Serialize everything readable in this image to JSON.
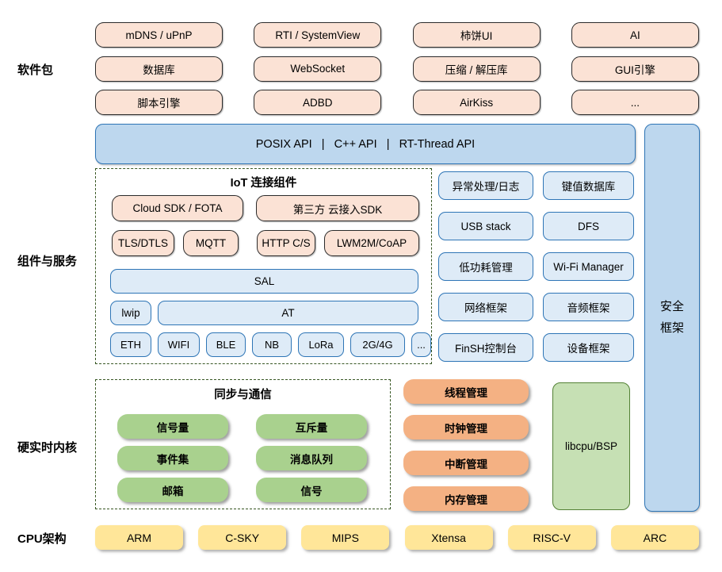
{
  "labels": {
    "software_packages": "软件包",
    "components_services": "组件与服务",
    "kernel": "硬实时内核",
    "cpu_arch": "CPU架构"
  },
  "packages": {
    "items": [
      "mDNS / uPnP",
      "RTI / SystemView",
      "柿饼UI",
      "AI",
      "数据库",
      "WebSocket",
      "压缩 / 解压库",
      "GUI引擎",
      "脚本引擎",
      "ADBD",
      "AirKiss",
      "..."
    ]
  },
  "api_bar": {
    "label": "POSIX API   |   C++ API   |   RT-Thread API"
  },
  "security": {
    "lines": [
      "安全",
      "框架"
    ]
  },
  "iot": {
    "title": "IoT 连接组件",
    "cloud_row": [
      "Cloud SDK / FOTA",
      "第三方 云接入SDK"
    ],
    "proto_row": [
      "TLS/DTLS",
      "MQTT",
      "HTTP C/S",
      "LWM2M/CoAP"
    ],
    "sal": "SAL",
    "lwip": "lwip",
    "at": "AT",
    "links": [
      "ETH",
      "WIFI",
      "BLE",
      "NB",
      "LoRa",
      "2G/4G",
      "..."
    ]
  },
  "services": {
    "items": [
      "异常处理/日志",
      "键值数据库",
      "USB stack",
      "DFS",
      "低功耗管理",
      "Wi-Fi Manager",
      "网络框架",
      "音频框架",
      "FinSH控制台",
      "设备框架"
    ]
  },
  "kernel": {
    "sync_title": "同步与通信",
    "sync_items": [
      "信号量",
      "互斥量",
      "事件集",
      "消息队列",
      "邮箱",
      "信号"
    ],
    "mgmt_items": [
      "线程管理",
      "时钟管理",
      "中断管理",
      "内存管理"
    ],
    "libcpu": "libcpu/BSP"
  },
  "cpu": {
    "items": [
      "ARM",
      "C-SKY",
      "MIPS",
      "Xtensa",
      "RISC-V",
      "ARC"
    ]
  },
  "colors": {
    "peach_fill": "#FBE2D5",
    "blue_light_fill": "#DEEBF7",
    "blue_bar_fill": "#BDD7EE",
    "blue_border": "#2E75B6",
    "green_pill_fill": "#A9D18E",
    "green_libcpu_fill": "#C6E0B4",
    "green_libcpu_border": "#538135",
    "orange_pill_fill": "#F4B183",
    "yellow_fill": "#FFE699",
    "dashed_border": "#385723"
  }
}
